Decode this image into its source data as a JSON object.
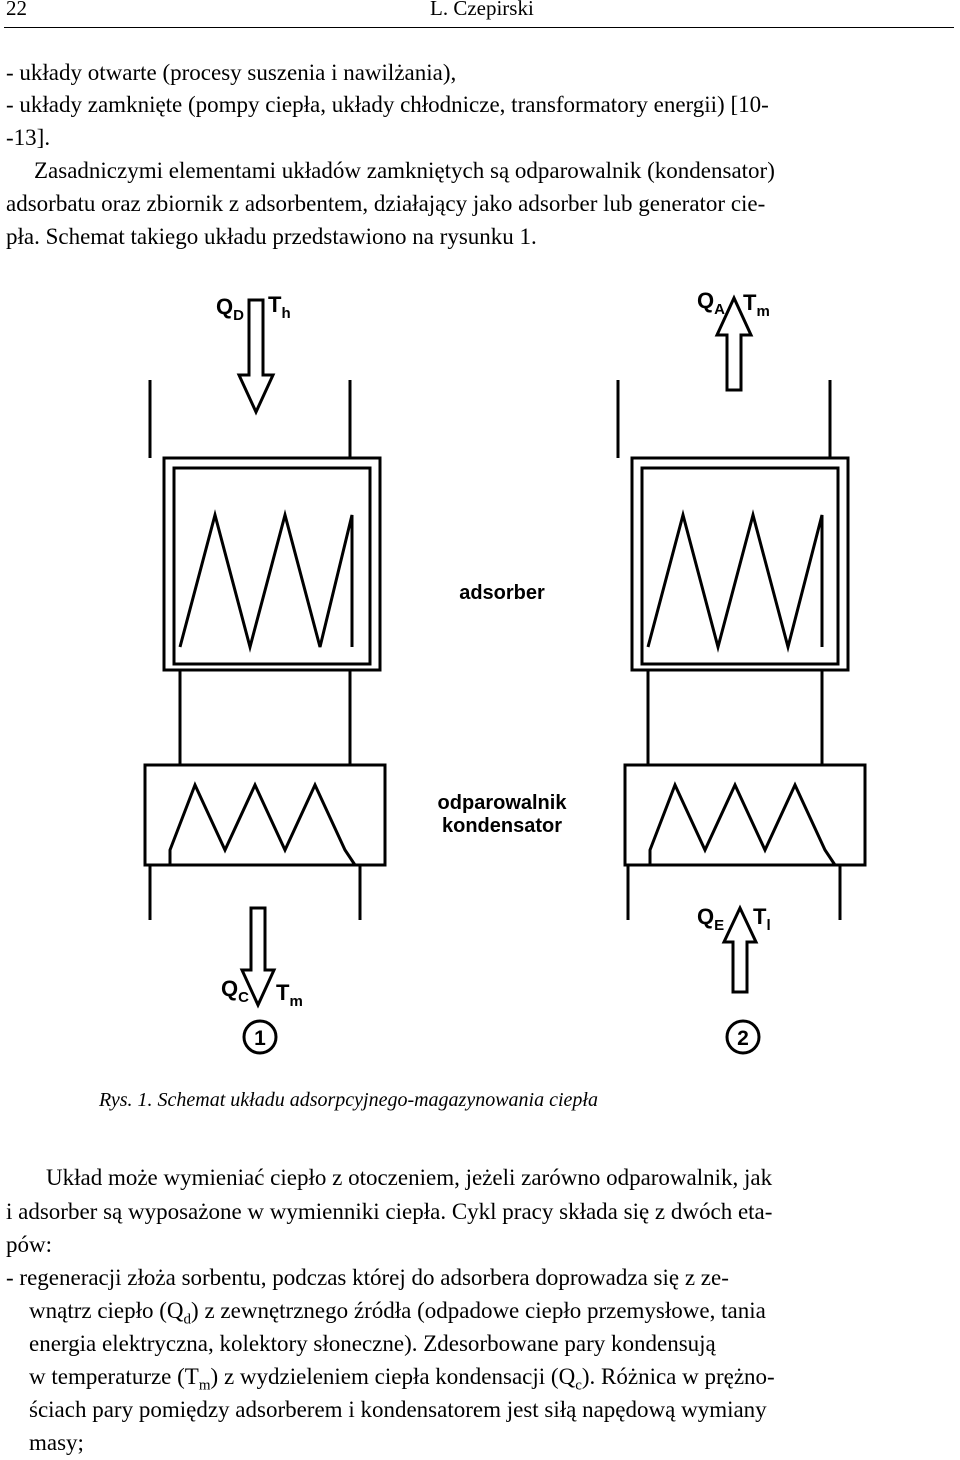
{
  "header": {
    "page_number": "22",
    "author": "L. Czepirski"
  },
  "intro": {
    "line1": "- układy otwarte (procesy suszenia i nawilżania),",
    "line2": "- układy zamknięte (pompy ciepła, układy chłodnicze, transformatory energii) [10-",
    "line3": "-13].",
    "line4": "Zasadniczymi elementami układów zamkniętych są odparowalnik (kondensator)",
    "line5": "adsorbatu oraz zbiornik z adsorbentem, działający jako adsorber lub generator cie-",
    "line6": "pła. Schemat takiego układu przedstawiono na rysunku 1."
  },
  "figure": {
    "left_top_q": "Q",
    "left_top_q_sub": "D",
    "left_top_t": "T",
    "left_top_t_sub": "h",
    "right_top_q": "Q",
    "right_top_q_sub": "A",
    "right_top_t": "T",
    "right_top_t_sub": "m",
    "adsorber_label": "adsorber",
    "evaporator_label_1": "odparowalnik",
    "evaporator_label_2": "kondensator",
    "left_bottom_q": "Q",
    "left_bottom_q_sub": "C",
    "left_bottom_t": "T",
    "left_bottom_t_sub": "m",
    "right_bottom_q": "Q",
    "right_bottom_q_sub": "E",
    "right_bottom_t": "T",
    "right_bottom_t_sub": "l",
    "unit1": "1",
    "unit2": "2"
  },
  "caption": "Rys. 1. Schemat układu adsorpcyjnego-magazynowania ciepła",
  "body": {
    "p1_l1": "Układ może wymieniać ciepło z otoczeniem, jeżeli zarówno odparowalnik, jak",
    "p1_l2": "i adsorber są wyposażone w wymienniki ciepła. Cykl pracy składa się z dwóch eta-",
    "p1_l3": "pów:",
    "b_l1": "- regeneracji złoża sorbentu, podczas której do adsorbera doprowadza się z ze-",
    "b_l2a": "wnątrz ciepło (Q",
    "b_l2_sub": "d",
    "b_l2b": ") z zewnętrznego źródła (odpadowe ciepło przemysłowe, tania",
    "b_l3": "energia elektryczna, kolektory słoneczne). Zdesorbowane pary kondensują",
    "b_l4a": "w temperaturze (T",
    "b_l4_sub": "m",
    "b_l4b": ") z wydzieleniem ciepła kondensacji (Q",
    "b_l4_sub2": "c",
    "b_l4c": "). Różnica w prężno-",
    "b_l5": "ściach pary pomiędzy adsorberem i kondensatorem jest siłą napędową wymiany",
    "b_l6": "masy;"
  }
}
